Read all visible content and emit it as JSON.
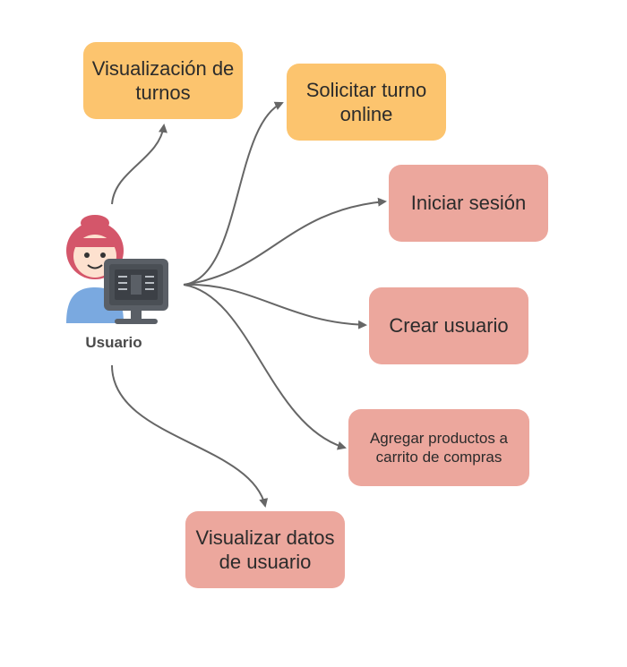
{
  "actor": {
    "label": "Usuario",
    "icon": "user-at-computer-icon"
  },
  "nodes": {
    "n1": {
      "label": "Visualización de turnos"
    },
    "n2": {
      "label": "Solicitar turno online"
    },
    "n3": {
      "label": "Iniciar sesión"
    },
    "n4": {
      "label": "Crear usuario"
    },
    "n5": {
      "label": "Agregar productos a carrito de compras"
    },
    "n6": {
      "label": "Visualizar datos de usuario"
    }
  },
  "colors": {
    "orange": "#fcc46e",
    "pink": "#eca79d",
    "arrow": "#666666"
  }
}
